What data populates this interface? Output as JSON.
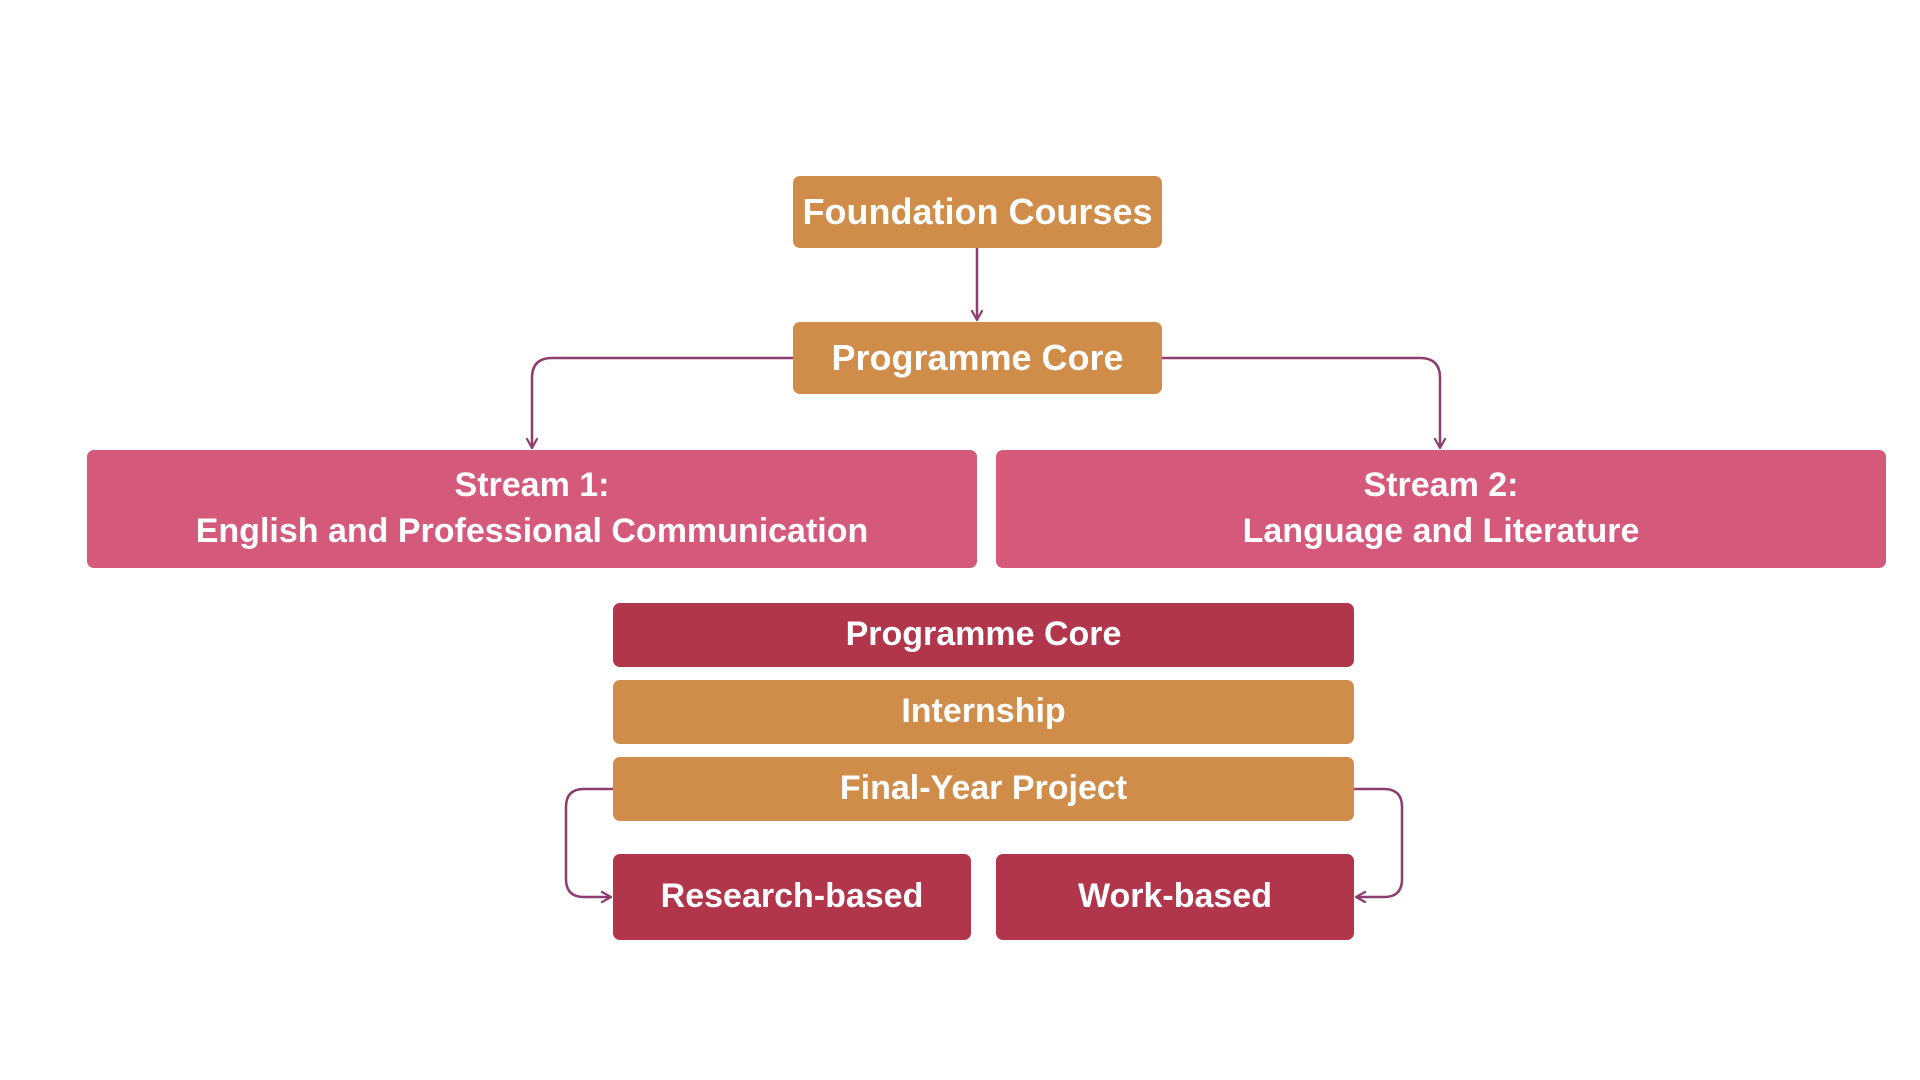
{
  "diagram": {
    "foundation": {
      "label": "Foundation Courses"
    },
    "programme_core_top": {
      "label": "Programme Core"
    },
    "stream_1": {
      "line1": "Stream 1:",
      "line2": "English and Professional Communication"
    },
    "stream_2": {
      "line1": "Stream 2:",
      "line2": "Language and Literature"
    },
    "programme_core_bottom": {
      "label": "Programme Core"
    },
    "internship": {
      "label": "Internship"
    },
    "final_year_project": {
      "label": "Final-Year Project"
    },
    "research_based": {
      "label": "Research-based"
    },
    "work_based": {
      "label": "Work-based"
    }
  },
  "colors": {
    "orange": "#d08d4a",
    "pink": "#d5597b",
    "crimson": "#b1364b",
    "arrow": "#8e3e6e"
  }
}
